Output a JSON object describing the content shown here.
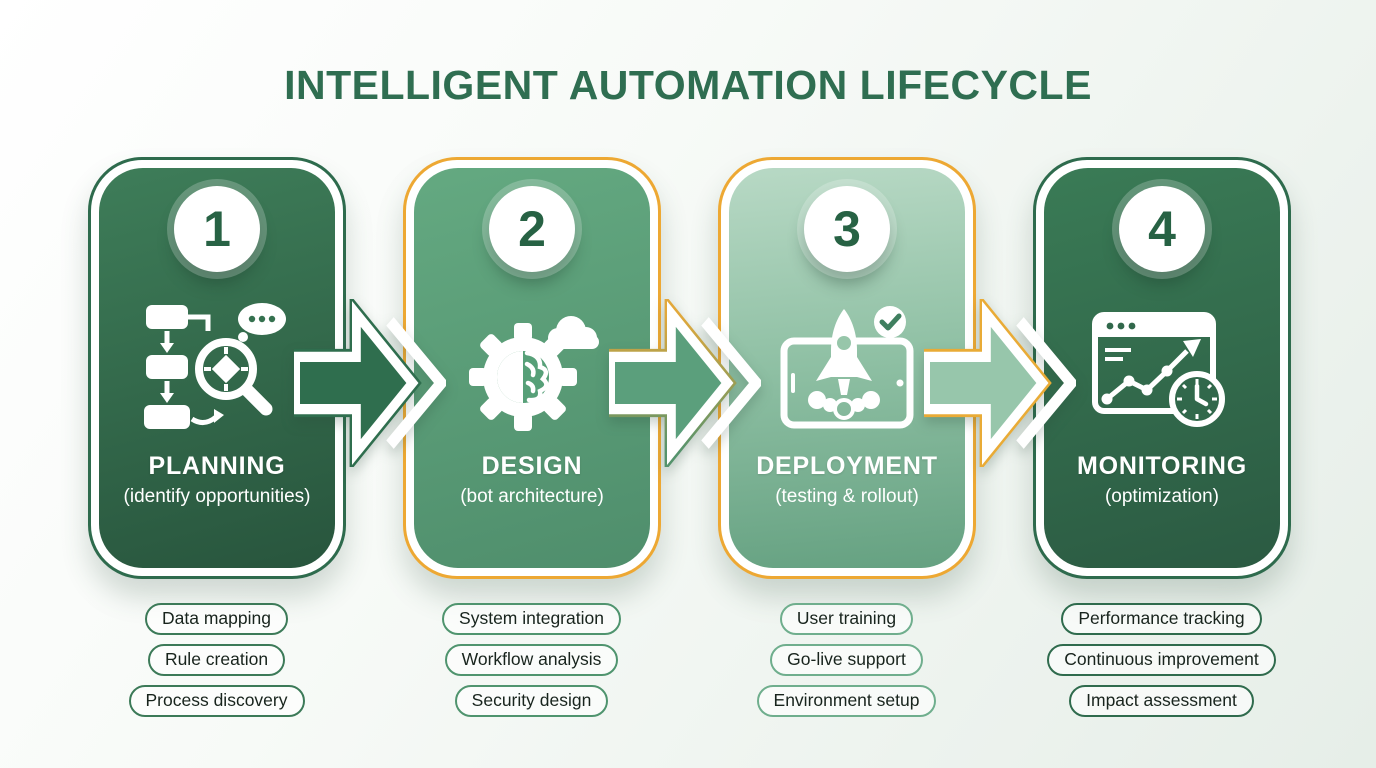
{
  "title": "INTELLIGENT AUTOMATION LIFECYCLE",
  "colors": {
    "title_text": "#2f6e51",
    "ring_green": "#2e6b4d",
    "ring_gold": "#eda833",
    "card1_gradient": [
      "#3e7d59",
      "#28553d"
    ],
    "card2_gradient": [
      "#64a981",
      "#4f8e6c"
    ],
    "card3_gradient": [
      "#b8d9c5",
      "#65a181"
    ],
    "card4_gradient": [
      "#3a7b56",
      "#2b5a42"
    ],
    "arrow_fills": [
      "#2f6e4e",
      "#5b9f7c",
      "#97c6ab"
    ],
    "arrow_outline": "#ffffff",
    "pill_text": "#18241d",
    "number_text": "#276244"
  },
  "stages": [
    {
      "number": "1",
      "name": "PLANNING",
      "subtitle": "(identify opportunities)",
      "icon": "flowchart-magnifier-icon",
      "tags": [
        "Data mapping",
        "Rule creation",
        "Process discovery"
      ]
    },
    {
      "number": "2",
      "name": "DESIGN",
      "subtitle": "(bot architecture)",
      "icon": "gear-brain-cloud-icon",
      "tags": [
        "System integration",
        "Workflow analysis",
        "Security design"
      ]
    },
    {
      "number": "3",
      "name": "DEPLOYMENT",
      "subtitle": "(testing & rollout)",
      "icon": "rocket-launch-tablet-icon",
      "tags": [
        "User training",
        "Go-live support",
        "Environment setup"
      ]
    },
    {
      "number": "4",
      "name": "MONITORING",
      "subtitle": "(optimization)",
      "icon": "analytics-window-clock-icon",
      "tags": [
        "Performance tracking",
        "Continuous improvement",
        "Impact assessment"
      ]
    }
  ]
}
